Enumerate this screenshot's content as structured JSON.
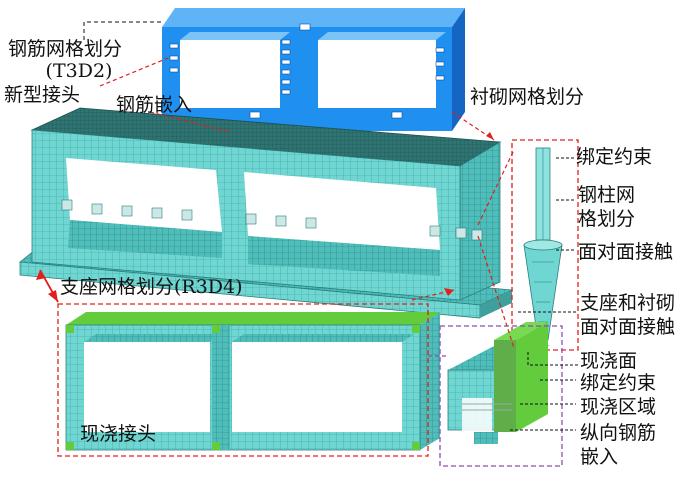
{
  "labels": {
    "rebar_mesh": "钢筋网格划分",
    "rebar_element": "(T3D2)",
    "new_joint": "新型接头",
    "rebar_embed": "钢筋嵌入",
    "lining_mesh": "衬砌网格划分",
    "tie_constraint": "绑定约束",
    "steel_column_mesh_line1": "钢柱网",
    "steel_column_mesh_line2": "格划分",
    "surface_contact": "面对面接触",
    "support_mesh": "支座网格划分(R3D4)",
    "support_lining_contact_line1": "支座和衬砌",
    "support_lining_contact_line2": "面对面接触",
    "cast_joint": "现浇接头",
    "cast_surface_line1": "现浇面",
    "cast_surface_line2": "绑定约束",
    "cast_region": "现浇区域",
    "longitudinal_rebar_line1": "纵向钢筋",
    "longitudinal_rebar_line2": "嵌入"
  },
  "colors": {
    "rebar_blue": "#1f8ff0",
    "concrete_teal": "#6fd6d2",
    "concrete_dark": "#3a9e9b",
    "cast_green": "#63cc3d",
    "leader_red": "#e0201e",
    "leader_purple": "#8a4fb5",
    "steel_light": "#8fe3df"
  }
}
